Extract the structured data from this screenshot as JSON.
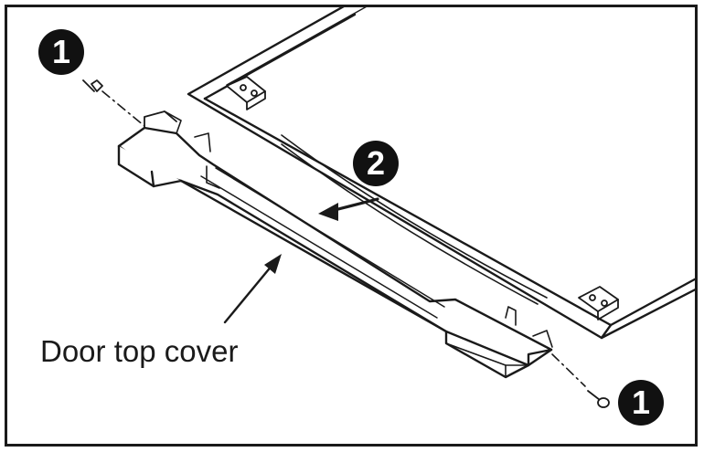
{
  "diagram": {
    "caption": "Door top cover",
    "steps": {
      "screw_left": "1",
      "screw_right": "1",
      "slide": "2"
    }
  }
}
